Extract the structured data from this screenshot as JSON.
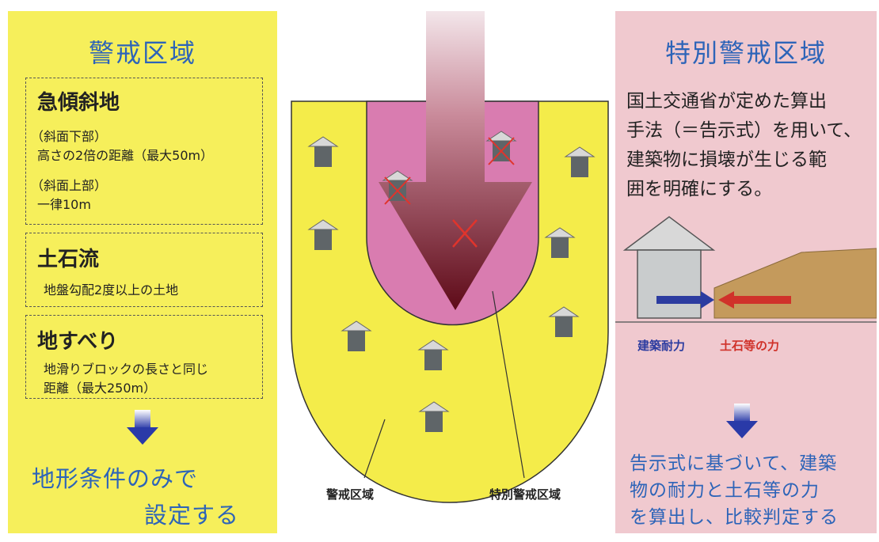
{
  "left_panel": {
    "title": "警戒区域",
    "steep": {
      "heading": "急傾斜地",
      "lower_label": "（斜面下部）",
      "lower_text": "高さの2倍の距離（最大50m）",
      "upper_label": "（斜面上部）",
      "upper_text": "一律10m"
    },
    "debris": {
      "heading": "土石流",
      "text": "地盤勾配2度以上の土地"
    },
    "landslide": {
      "heading": "地すべり",
      "line1": "地滑りブロックの長さと同じ",
      "line2": "距離（最大250m）"
    },
    "conclusion_line1": "地形条件のみで",
    "conclusion_line2": "設定する"
  },
  "center": {
    "label_warning": "警戒区域",
    "label_special": "特別警戒区域"
  },
  "right_panel": {
    "title": "特別警戒区域",
    "desc_line1": "国土交通省が定めた算出",
    "desc_line2": "手法（＝告示式）を用いて、",
    "desc_line3": "建築物に損壊が生じる範",
    "desc_line4": "囲を明確にする。",
    "label_building": "建築耐力",
    "label_soil": "土石等の力",
    "conclusion_line1": "告示式に基づいて、建築",
    "conclusion_line2": "物の耐力と土石等の力",
    "conclusion_line3": "を算出し、比較判定する"
  },
  "colors": {
    "left_bg": "#f6ef5b",
    "right_bg": "#f0c9cf",
    "warning_zone": "#f4ec4a",
    "special_zone": "#d97cb0",
    "title_blue": "#2d64b8",
    "arrow_dark": "#6e1020",
    "cross_red": "#e0342c",
    "force_blue": "#2c3ca0",
    "force_red": "#d0322a"
  }
}
